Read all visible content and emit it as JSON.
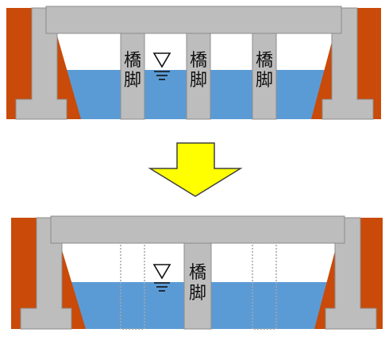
{
  "top_panel": {
    "piers": [
      {
        "label_line1": "橋",
        "label_line2": "脚"
      },
      {
        "label_line1": "橋",
        "label_line2": "脚"
      },
      {
        "label_line1": "橋",
        "label_line2": "脚"
      }
    ]
  },
  "bottom_panel": {
    "piers": [
      {
        "label_line1": "橋",
        "label_line2": "脚"
      }
    ]
  },
  "colors": {
    "bank": "#C94A09",
    "concrete": "#BDBDBD",
    "concrete_edge": "#8C8C8C",
    "water": "#5B9BD5",
    "arrow": "#FFFF00",
    "arrow_edge": "#404040",
    "removed_pier_outline": "#A6A6A6"
  },
  "icons": {
    "water_level_symbol": "water-level-triangle-icon",
    "transition_arrow": "down-arrow-icon"
  }
}
